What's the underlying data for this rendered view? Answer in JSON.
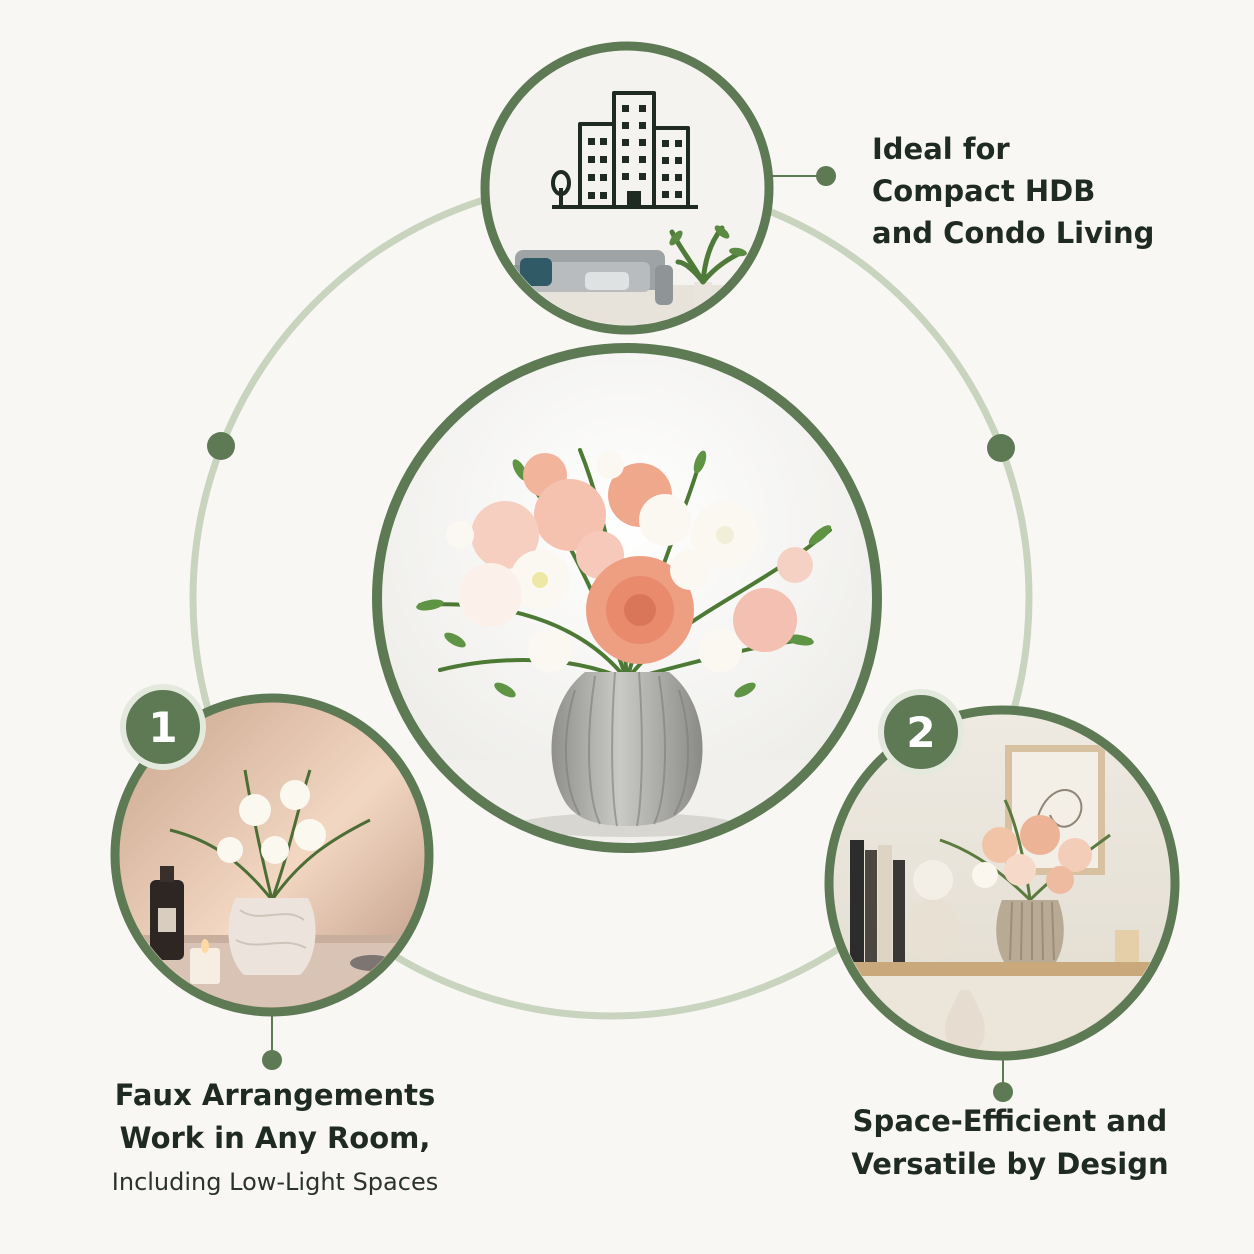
{
  "colors": {
    "ring": "#c9d4bf",
    "frame": "#5d7a54",
    "dot": "#5d7a54",
    "badge_fill": "#5d7a54",
    "text": "#1f2a22",
    "background": "#f8f7f4"
  },
  "icons": {
    "top": "buildings-icon",
    "center": "flower-vase-photo",
    "left": "bathroom-flowers-photo",
    "right": "shelf-flowers-photo"
  },
  "feature_top": {
    "lines": [
      "Ideal for",
      "Compact HDB",
      "and Condo Living"
    ]
  },
  "feature_left": {
    "badge": "1",
    "lines": [
      "Faux Arrangements",
      "Work in Any Room,",
      "Including Low-Light Spaces"
    ]
  },
  "feature_right": {
    "badge": "2",
    "lines": [
      "Space-Efficient and",
      "Versatile by Design"
    ]
  }
}
